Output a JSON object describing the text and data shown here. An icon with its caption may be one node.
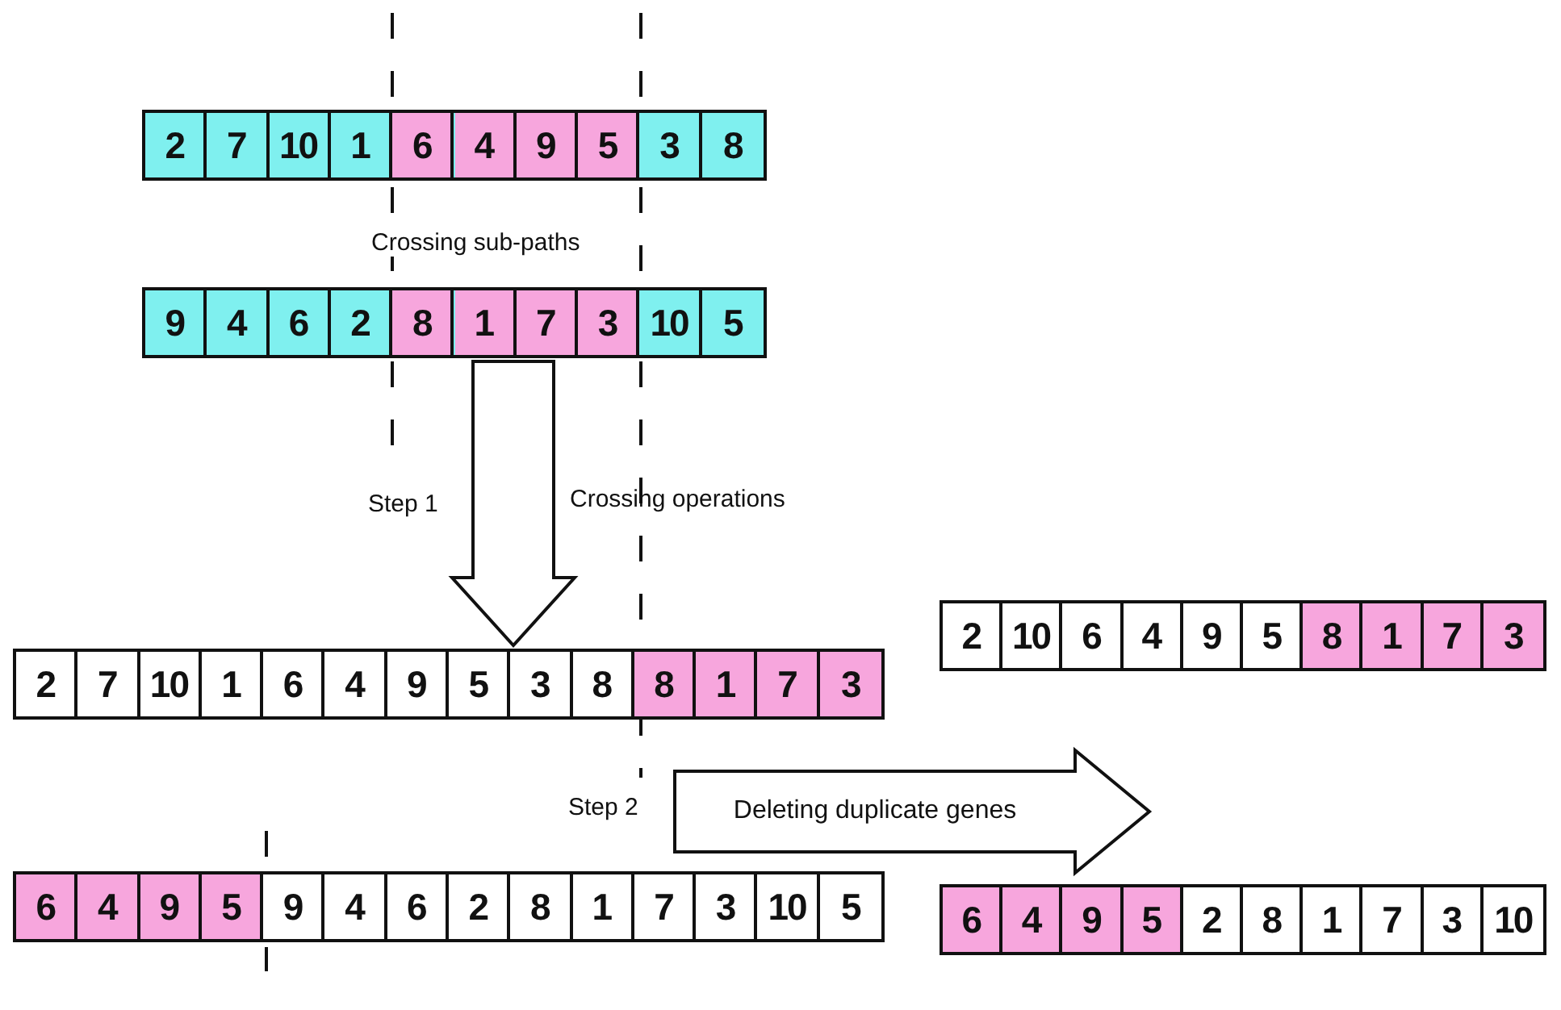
{
  "diagram": {
    "nodes": [
      {
        "text": [],
        "shape": "bar"
      },
      {
        "text": [
          "2"
        ],
        "in": 0
      },
      {
        "text": [
          "7"
        ],
        "in": 0
      },
      {
        "text": [
          "10"
        ],
        "in": 0
      },
      {
        "text": [
          "1"
        ],
        "in": 0
      },
      {
        "text": [
          "6"
        ],
        "in": 0
      },
      {
        "text": [
          "4"
        ],
        "in": 0
      },
      {
        "text": [
          "9"
        ],
        "in": 0
      },
      {
        "text": [
          "5"
        ],
        "in": 0
      },
      {
        "text": [
          "3"
        ],
        "in": 0
      },
      {
        "text": [
          "8"
        ],
        "in": 0
      },
      {
        "text": [],
        "shape": "bar"
      },
      {
        "text": [
          "9"
        ],
        "in": 11
      },
      {
        "text": [
          "4"
        ],
        "in": 11
      },
      {
        "text": [
          "6"
        ],
        "in": 11
      },
      {
        "text": [
          "2"
        ],
        "in": 11
      },
      {
        "text": [
          "8"
        ],
        "in": 11
      },
      {
        "text": [
          "1"
        ],
        "in": 11
      },
      {
        "text": [
          "7"
        ],
        "in": 11
      },
      {
        "text": [
          "3"
        ],
        "in": 11
      },
      {
        "text": [
          "10"
        ],
        "in": 11
      },
      {
        "text": [
          "5"
        ],
        "in": 11
      },
      {
        "text": [],
        "shape": "bar"
      },
      {
        "text": [
          "2"
        ],
        "in": 22
      },
      {
        "text": [
          "7"
        ],
        "in": 22
      },
      {
        "text": [
          "10"
        ],
        "in": 22
      },
      {
        "text": [
          "1"
        ],
        "in": 22
      },
      {
        "text": [
          "6"
        ],
        "in": 22
      },
      {
        "text": [
          "4"
        ],
        "in": 22
      },
      {
        "text": [
          "9"
        ],
        "in": 22
      },
      {
        "text": [
          "5"
        ],
        "in": 22
      },
      {
        "text": [
          "3"
        ],
        "in": 22
      },
      {
        "text": [
          "8"
        ],
        "in": 22
      },
      {
        "text": [
          "8"
        ],
        "in": 22
      },
      {
        "text": [
          "1"
        ],
        "in": 22
      },
      {
        "text": [
          "7"
        ],
        "in": 22
      },
      {
        "text": [
          "3"
        ],
        "in": 22
      },
      {
        "text": [],
        "shape": "bar"
      },
      {
        "text": [
          "2"
        ],
        "in": 37
      },
      {
        "text": [
          "10"
        ],
        "in": 37
      },
      {
        "text": [
          "6"
        ],
        "in": 37
      },
      {
        "text": [
          "4"
        ],
        "in": 37
      },
      {
        "text": [
          "9"
        ],
        "in": 37
      },
      {
        "text": [
          "5"
        ],
        "in": 37
      },
      {
        "text": [
          "8"
        ],
        "in": 37
      },
      {
        "text": [
          "1"
        ],
        "in": 37
      },
      {
        "text": [
          "7"
        ],
        "in": 37
      },
      {
        "text": [
          "3"
        ],
        "in": 37
      },
      {
        "text": [],
        "shape": "bar"
      },
      {
        "text": [
          "6"
        ],
        "in": 48
      },
      {
        "text": [
          "4"
        ],
        "in": 48
      },
      {
        "text": [
          "9"
        ],
        "in": 48
      },
      {
        "text": [
          "5"
        ],
        "in": 48
      },
      {
        "text": [
          "9"
        ],
        "in": 48
      },
      {
        "text": [
          "4"
        ],
        "in": 48
      },
      {
        "text": [
          "6"
        ],
        "in": 48
      },
      {
        "text": [
          "2"
        ],
        "in": 48
      },
      {
        "text": [
          "8"
        ],
        "in": 48
      },
      {
        "text": [
          "1"
        ],
        "in": 48
      },
      {
        "text": [
          "7"
        ],
        "in": 48
      },
      {
        "text": [
          "3"
        ],
        "in": 48
      },
      {
        "text": [
          "10"
        ],
        "in": 48
      },
      {
        "text": [
          "5"
        ],
        "in": 48
      },
      {
        "text": [],
        "shape": "bar"
      },
      {
        "text": [
          "6"
        ],
        "in": 63
      },
      {
        "text": [
          "4"
        ],
        "in": 63
      },
      {
        "text": [
          "9"
        ],
        "in": 63
      },
      {
        "text": [
          "5"
        ],
        "in": 63
      },
      {
        "text": [
          "2"
        ],
        "in": 63
      },
      {
        "text": [
          "8"
        ],
        "in": 63
      },
      {
        "text": [
          "1"
        ],
        "in": 63
      },
      {
        "text": [
          "7"
        ],
        "in": 63
      },
      {
        "text": [
          "3"
        ],
        "in": 63
      },
      {
        "text": [
          "10"
        ],
        "in": 63
      }
    ],
    "edges": [
      {
        "from": 11,
        "to": 22,
        "arrow": "to"
      },
      {
        "from": 22,
        "to": 37,
        "arrow": "to",
        "label": "Deleting duplicate genes"
      }
    ],
    "labels": [
      "Crossing sub-paths",
      "Step 1",
      "Crossing operations",
      "Step 2"
    ]
  }
}
